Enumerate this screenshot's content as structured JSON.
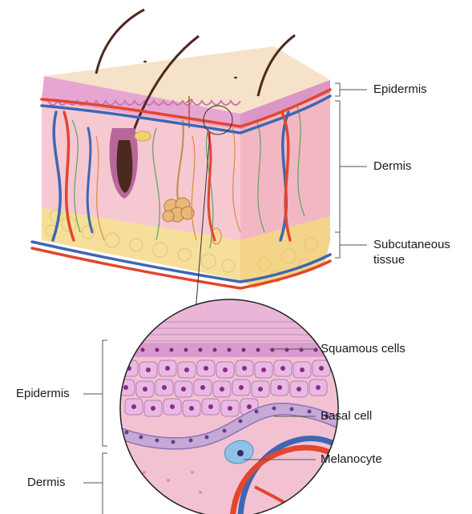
{
  "block_labels": {
    "epidermis": "Epidermis",
    "dermis": "Dermis",
    "subcutaneous": "Subcutaneous",
    "subcutaneous_line2": "tissue"
  },
  "zoom_labels": {
    "squamous_cells": "Squamous cells",
    "epidermis": "Epidermis",
    "basal_cell": "Basal cell",
    "melanocyte": "Melanocyte",
    "dermis": "Dermis"
  },
  "colors": {
    "skin_top": "#f6e2c8",
    "epidermis": "#e7a6d2",
    "dermis_front": "#f6c8d2",
    "dermis_side": "#f3b7c4",
    "fat": "#f6df9a",
    "artery": "#e2462d",
    "vein": "#3d67b3",
    "hair": "#4a2a1f",
    "cell": "#e9b9e4",
    "nucleus": "#8c2a86"
  }
}
